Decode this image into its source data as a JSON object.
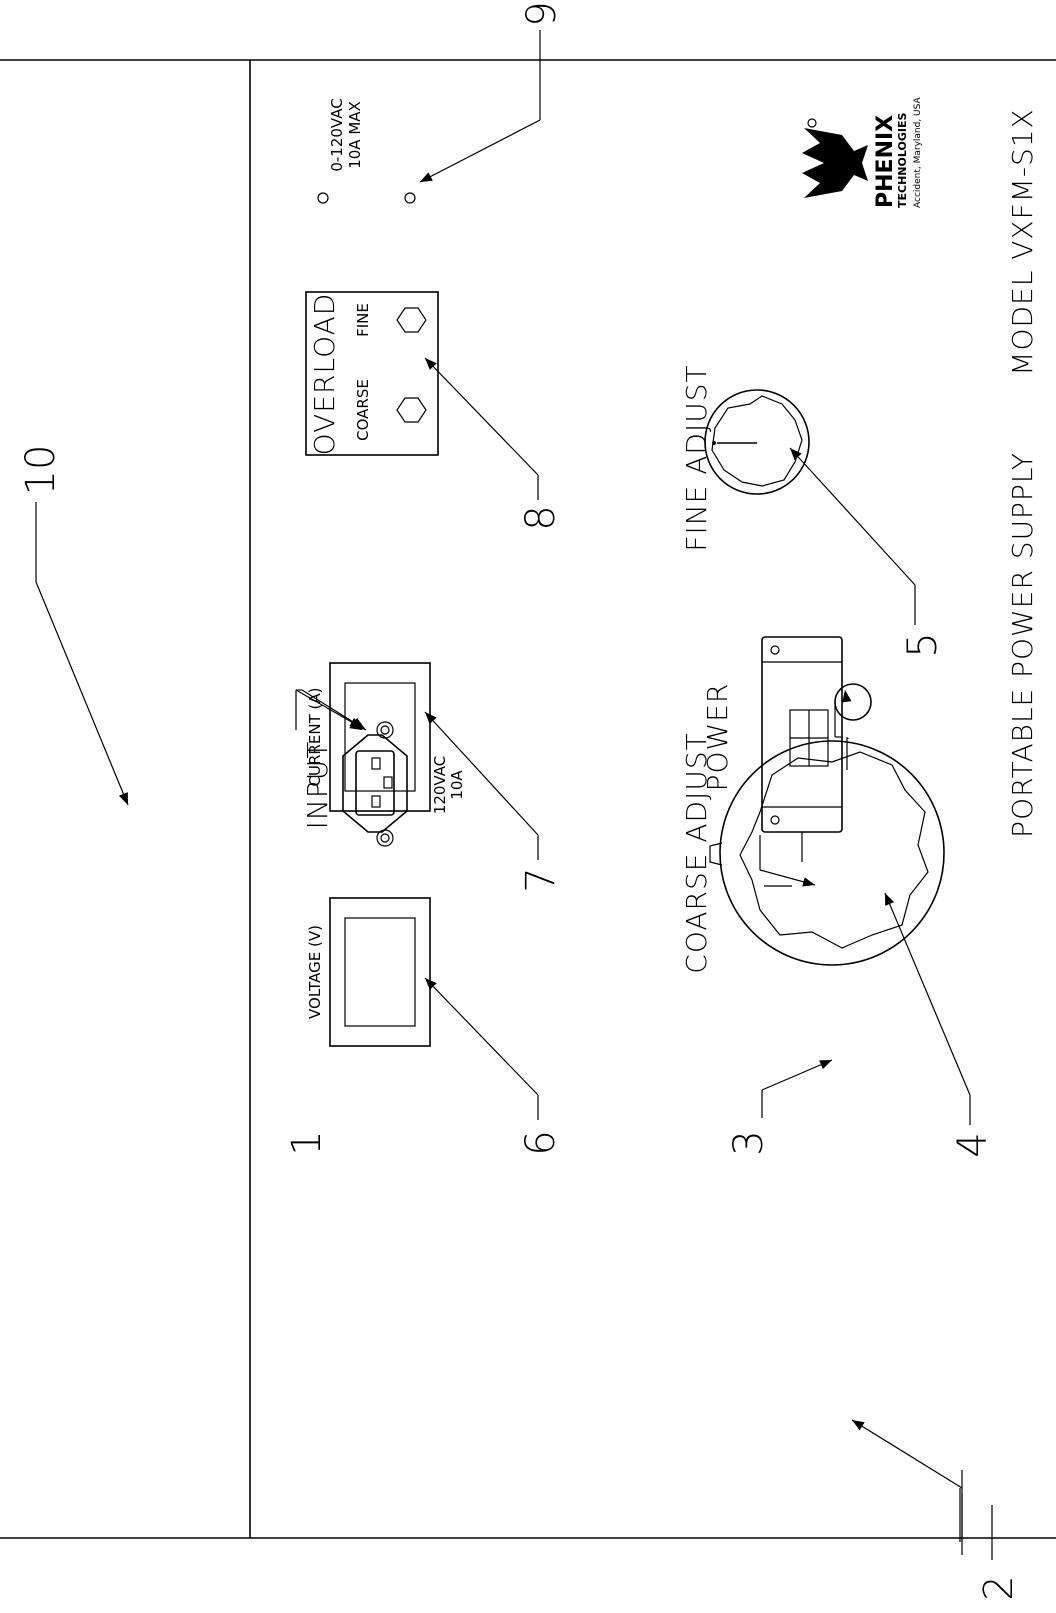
{
  "labels": {
    "input": "INPUT",
    "input_rating_1": "120VAC",
    "input_rating_2": "10A",
    "power": "POWER",
    "voltage": "VOLTAGE (V)",
    "current": "CURRENT (A)",
    "overload": "OVERLOAD",
    "coarse": "COARSE",
    "fine": "FINE",
    "output_rating_1": "0-120VAC",
    "output_rating_2": "10A MAX",
    "coarse_adjust": "COARSE ADJUST",
    "fine_adjust": "FINE ADJUST",
    "product_name": "PORTABLE POWER SUPPLY",
    "model": "MODEL VXFM-S1X"
  },
  "logo": {
    "brand": "PHENIX",
    "sub": "TECHNOLOGIES",
    "location": "Accident, Maryland, USA"
  },
  "callouts": {
    "c1": "1",
    "c2": "2",
    "c3": "3",
    "c4": "4",
    "c5": "5",
    "c6": "6",
    "c7": "7",
    "c8": "8",
    "c9": "9",
    "c10": "10"
  }
}
